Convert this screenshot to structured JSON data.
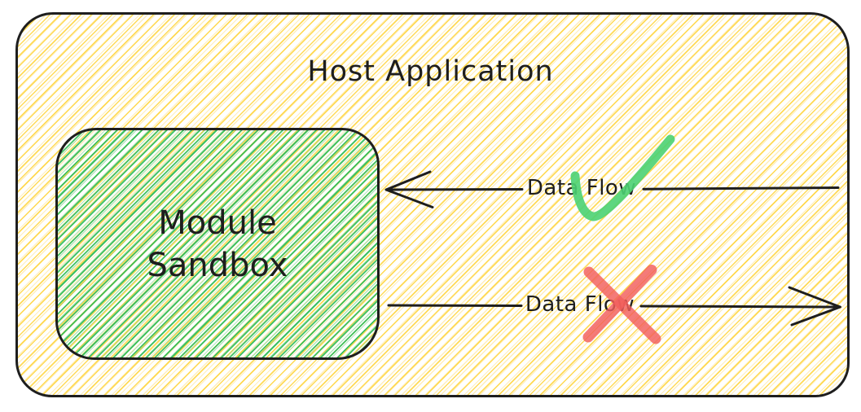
{
  "title": "Host Application",
  "sandbox": {
    "line1": "Module",
    "line2": "Sandbox"
  },
  "arrows": [
    {
      "label": "Data Flow",
      "direction": "left",
      "marker": "check-icon"
    },
    {
      "label": "Data Flow",
      "direction": "right",
      "marker": "cross-icon"
    }
  ],
  "colors": {
    "stroke": "#1e1e1e",
    "host_hatch": "#ffd43b",
    "sandbox_hatch": "#2cbb55",
    "check": "#4bd173",
    "cross": "#f25e5c"
  }
}
